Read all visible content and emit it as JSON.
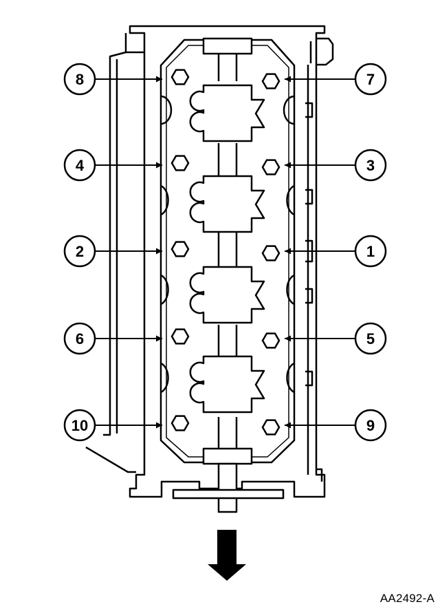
{
  "figure_code": "AA2492-A",
  "colors": {
    "stroke": "#000000",
    "fill": "#ffffff"
  },
  "callouts": [
    {
      "id": "callout-8",
      "number": "8"
    },
    {
      "id": "callout-7",
      "number": "7"
    },
    {
      "id": "callout-4",
      "number": "4"
    },
    {
      "id": "callout-3",
      "number": "3"
    },
    {
      "id": "callout-2",
      "number": "2"
    },
    {
      "id": "callout-1",
      "number": "1"
    },
    {
      "id": "callout-6",
      "number": "6"
    },
    {
      "id": "callout-5",
      "number": "5"
    },
    {
      "id": "callout-10",
      "number": "10"
    },
    {
      "id": "callout-9",
      "number": "9"
    }
  ],
  "direction_icon": "arrow-down-icon"
}
